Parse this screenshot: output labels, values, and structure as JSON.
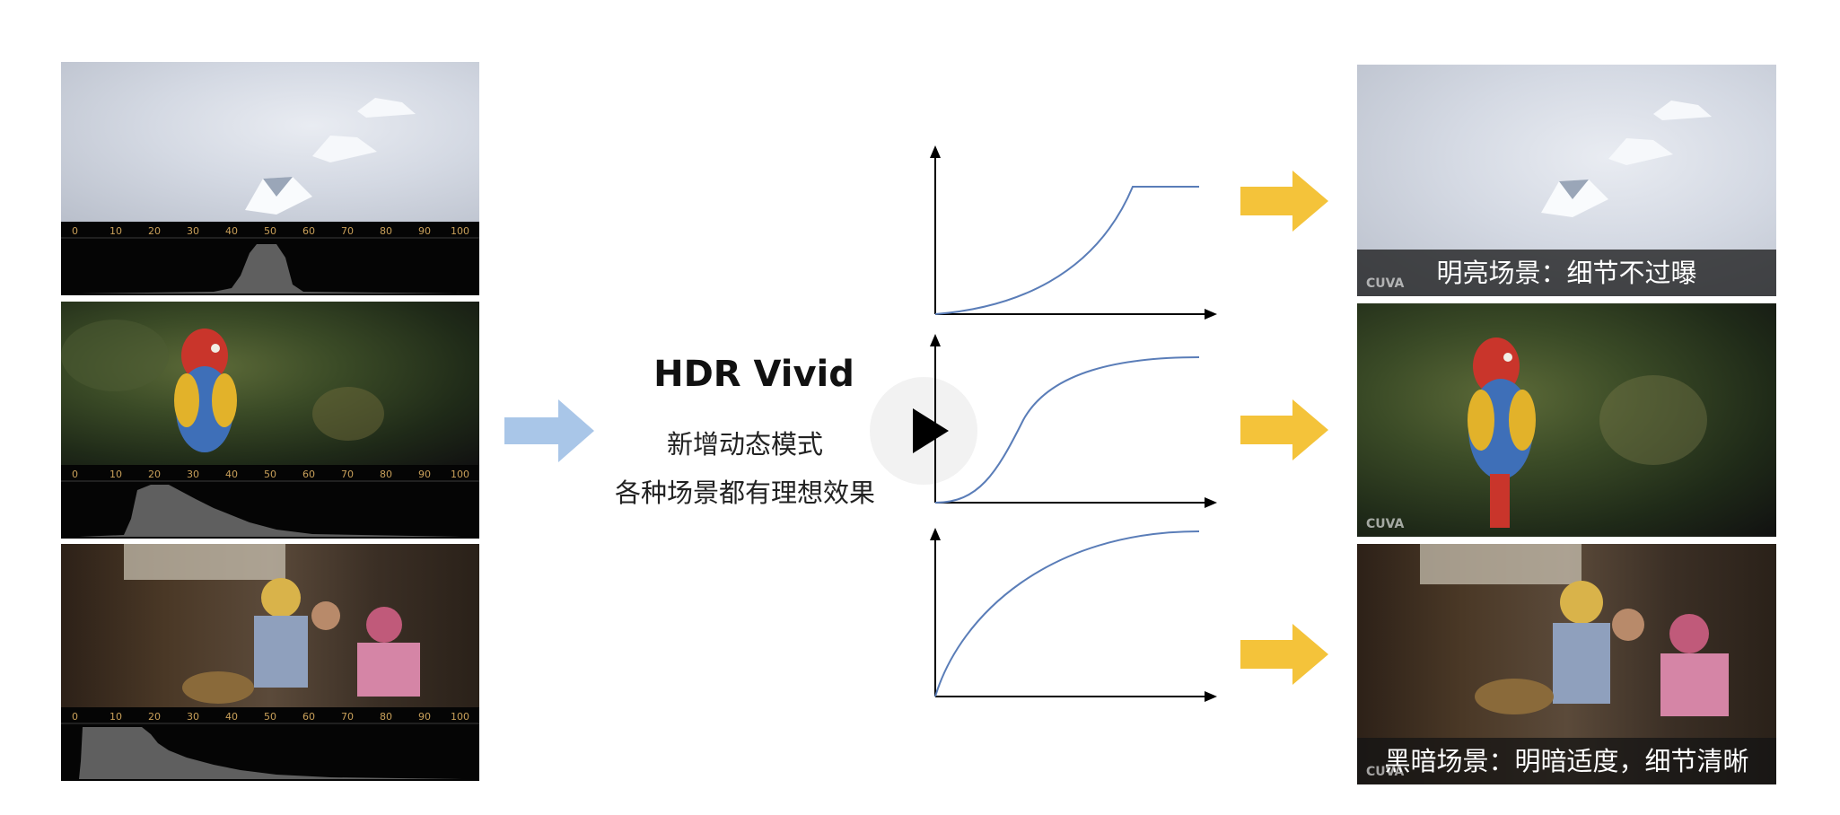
{
  "center": {
    "title": "HDR Vivid",
    "line1": "新增动态模式",
    "line2": "各种场景都有理想效果"
  },
  "histogram_ticks": [
    "0",
    "10",
    "20",
    "30",
    "40",
    "50",
    "60",
    "70",
    "80",
    "90",
    "100"
  ],
  "captions": {
    "bright": "明亮场景：细节不过曝",
    "dark": "黑暗场景：明暗适度，细节清晰"
  },
  "watermark": "CUVA",
  "colors": {
    "left_arrow": "#a9c6e8",
    "right_arrow": "#f4c33a",
    "curve": "#5a7db8",
    "hist_fill": "#5f5f5f",
    "hist_tick": "#c9a05a"
  },
  "icons": {
    "play": "play-icon"
  }
}
